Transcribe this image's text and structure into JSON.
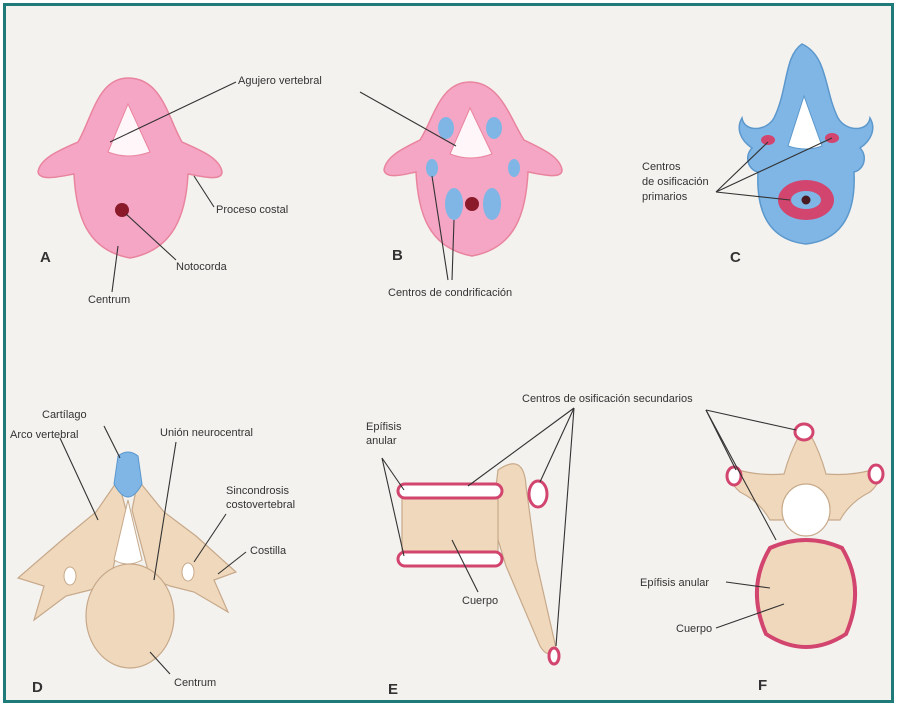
{
  "colors": {
    "frame": "#1f7a7a",
    "background": "#f4f2ef",
    "cartilage_pink": "#f5a6c4",
    "pink_dark": "#d2456e",
    "blue": "#7fb6e6",
    "bone": "#f0d8bc",
    "bone_outline": "#c7a98a",
    "notochord": "#8a1a2a"
  },
  "panels": {
    "A": {
      "letter": "A",
      "agujero": "Agujero vertebral",
      "proceso_costal": "Proceso costal",
      "notocorda": "Notocorda",
      "centrum": "Centrum"
    },
    "B": {
      "letter": "B",
      "centros_condrificacion": "Centros de condrificación"
    },
    "C": {
      "letter": "C",
      "centros_line1": "Centros",
      "centros_line2": "de osificación",
      "centros_line3": "primarios"
    },
    "D": {
      "letter": "D",
      "cartilago": "Cartílago",
      "arco_vertebral": "Arco vertebral",
      "union_neurocentral": "Unión neurocentral",
      "sincondrosis_line1": "Sincondrosis",
      "sincondrosis_line2": "costovertebral",
      "costilla": "Costilla",
      "centrum": "Centrum"
    },
    "E": {
      "letter": "E",
      "epifisis_line1": "Epífisis",
      "epifisis_line2": "anular",
      "cuerpo": "Cuerpo",
      "centros_secundarios": "Centros de osificación secundarios"
    },
    "F": {
      "letter": "F",
      "epifisis_anular": "Epífisis anular",
      "cuerpo": "Cuerpo"
    }
  }
}
